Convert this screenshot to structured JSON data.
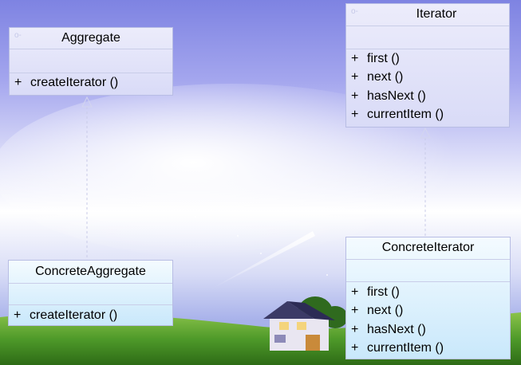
{
  "classes": {
    "aggregate": {
      "name": "Aggregate",
      "operations": [
        {
          "vis": "+",
          "sig": "createIterator ()"
        }
      ]
    },
    "iterator": {
      "name": "Iterator",
      "operations": [
        {
          "vis": "+",
          "sig": "first ()"
        },
        {
          "vis": "+",
          "sig": "next ()"
        },
        {
          "vis": "+",
          "sig": "hasNext ()"
        },
        {
          "vis": "+",
          "sig": "currentItem ()"
        }
      ]
    },
    "concrete_aggregate": {
      "name": "ConcreteAggregate",
      "operations": [
        {
          "vis": "+",
          "sig": "createIterator ()"
        }
      ]
    },
    "concrete_iterator": {
      "name": "ConcreteIterator",
      "operations": [
        {
          "vis": "+",
          "sig": "first ()"
        },
        {
          "vis": "+",
          "sig": "next ()"
        },
        {
          "vis": "+",
          "sig": "hasNext ()"
        },
        {
          "vis": "+",
          "sig": "currentItem ()"
        }
      ]
    }
  },
  "relationships": [
    {
      "from": "ConcreteAggregate",
      "to": "Aggregate",
      "type": "generalization"
    },
    {
      "from": "ConcreteIterator",
      "to": "Iterator",
      "type": "generalization"
    }
  ],
  "colors": {
    "class_fill": "#d9dbf7",
    "concrete_fill": "#c9e8fb",
    "grass": "#4f9a2a",
    "sky": "#8a8fe6"
  }
}
